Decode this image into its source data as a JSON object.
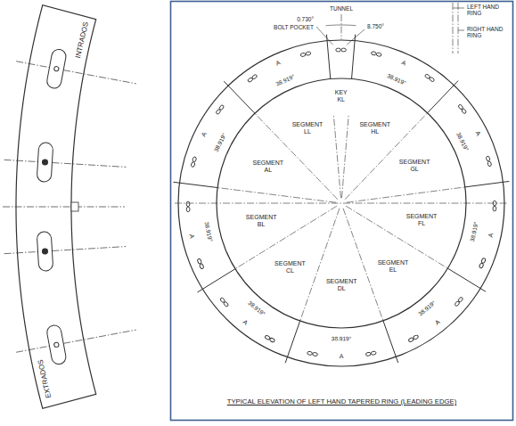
{
  "diagram": {
    "title": "TYPICAL ELEVATION OF LEFT HAND TAPERED RING (LEADING EDGE)",
    "labels": [
      "INTRADOS",
      "EXTRADOS",
      "TUNNEL",
      "LEFT HAND RING",
      "RIGHT HAND RING",
      "0.730°",
      "BOLT POCKET",
      "8.750°",
      "SEGMENT LL",
      "KEY KL",
      "SEGMENT AL",
      "SEGMENT HL",
      "SEGMENT BL",
      "SEGMENT GL",
      "SEGMENT CL",
      "SEGMENT FL",
      "SEGMENT DL",
      "SEGMENT EL",
      "38.919°",
      "38.919°",
      "38.919°",
      "38.919°",
      "38.919°",
      "38.919°",
      "38.919°",
      "38.919°",
      "38.919°",
      "A",
      "A",
      "A",
      "A",
      "A",
      "A",
      "A",
      "A",
      "A"
    ]
  }
}
